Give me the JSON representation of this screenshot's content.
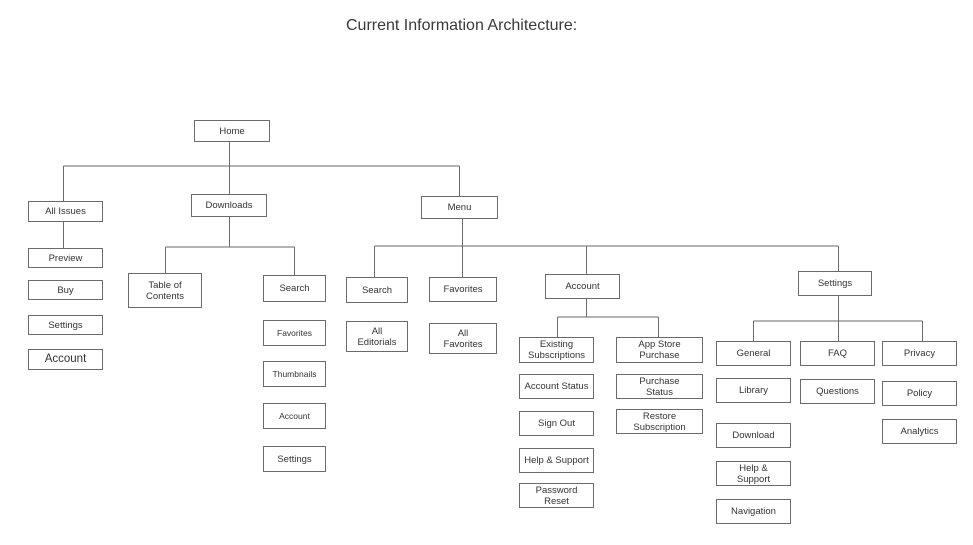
{
  "title": "Current Information Architecture:",
  "colors": {
    "line": "#6a6a6a",
    "text": "#333333",
    "background": "#ffffff"
  },
  "nodes": {
    "home": "Home",
    "all_issues": "All Issues",
    "downloads": "Downloads",
    "menu": "Menu",
    "preview": "Preview",
    "buy": "Buy",
    "settings_issues": "Settings",
    "account_issues": "Account",
    "table_of_contents": "Table of\nContents",
    "search_downloads": "Search",
    "favorites_downloads": "Favorites",
    "thumbnails": "Thumbnails",
    "account_downloads": "Account",
    "settings_downloads": "Settings",
    "search_menu": "Search",
    "all_editorials": "All\nEditorials",
    "favorites_menu": "Favorites",
    "all_favorites": "All\nFavorites",
    "account_menu": "Account",
    "existing_subscriptions": "Existing\nSubscriptions",
    "account_status": "Account Status",
    "sign_out": "Sign Out",
    "help_support_account": "Help & Support",
    "password_reset": "Password Reset",
    "app_store_purchase": "App Store\nPurchase",
    "purchase_status": "Purchase\nStatus",
    "restore_subscription": "Restore\nSubscription",
    "settings_menu": "Settings",
    "general": "General",
    "library": "Library",
    "download": "Download",
    "help_support_settings": "Help &\nSupport",
    "navigation": "Navigation",
    "faq": "FAQ",
    "questions": "Questions",
    "privacy": "Privacy",
    "policy": "Policy",
    "analytics": "Analytics"
  }
}
